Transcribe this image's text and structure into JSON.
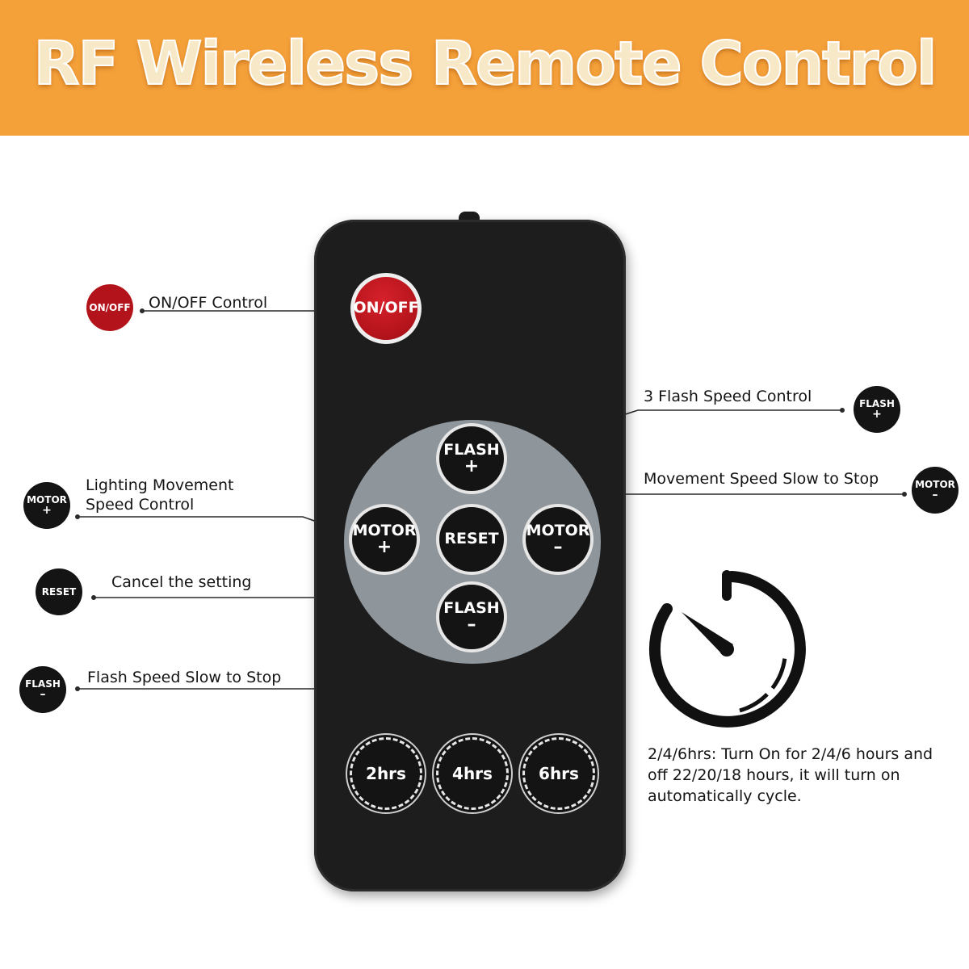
{
  "header": {
    "title": "RF Wireless Remote Control"
  },
  "remote": {
    "onoff": "ON/OFF",
    "flash": "FLASH",
    "motor": "MOTOR",
    "reset": "RESET",
    "plus": "+",
    "minus": "–",
    "timers": [
      "2hrs",
      "4hrs",
      "6hrs"
    ]
  },
  "callouts": {
    "onoff": "ON/OFF Control",
    "flash_plus": "3 Flash Speed Control",
    "motor_minus": "Movement Speed Slow to Stop",
    "motor_plus_line1": "Lighting Movement",
    "motor_plus_line2": "Speed Control",
    "reset": "Cancel the setting",
    "flash_minus": "Flash Speed Slow to Stop"
  },
  "timer_note": "2/4/6hrs: Turn On for 2/4/6 hours and off 22/20/18 hours, it will turn on automatically cycle.",
  "icons": {
    "timer": "stopwatch-icon"
  },
  "colors": {
    "banner": "#f5a13a",
    "remote_body": "#1d1d1d",
    "pad": "#8e959b",
    "onoff_red": "#b3131b"
  }
}
